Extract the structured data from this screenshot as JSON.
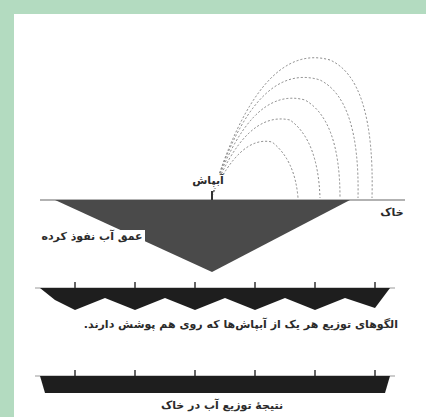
{
  "diagram": {
    "labels": [
      "آبپاش",
      "خاک",
      "عمق آب نفوذ کرده",
      "الگوهای توزیع هر یک از آبپاش‌ها که روی هم پوشش دارند.",
      "نتیجهٔ توزیع آب در خاک"
    ]
  }
}
